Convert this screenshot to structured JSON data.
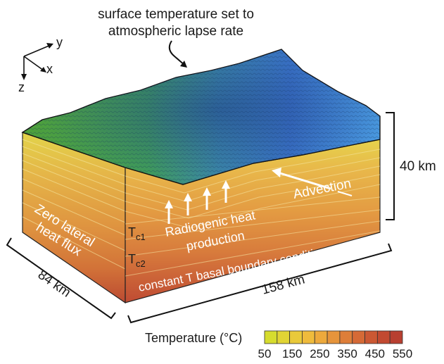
{
  "header": {
    "line1": "surface temperature set to",
    "line2": "atmospheric lapse rate"
  },
  "axes": {
    "x": "x",
    "y": "y",
    "z": "z"
  },
  "dimensions": {
    "depth": "40 km",
    "width": "84 km",
    "length": "158 km"
  },
  "labels": {
    "zero_lateral_1": "Zero lateral",
    "zero_lateral_2": "heat flux",
    "radiogenic_1": "Radiogenic heat",
    "radiogenic_2": "production",
    "advection": "Advection",
    "basal": "constant T basal boundary condition"
  },
  "isotherms": {
    "tc1_main": "T",
    "tc1_sub": "c1",
    "tc2_main": "T",
    "tc2_sub": "c2"
  },
  "colorbar": {
    "title": "Temperature (°C)",
    "ticks": [
      "50",
      "150",
      "250",
      "350",
      "450",
      "550"
    ],
    "colors": [
      "#d6dc2e",
      "#e1d434",
      "#e9c93a",
      "#efbb3c",
      "#eda93c",
      "#e6943b",
      "#de7e39",
      "#d56a36",
      "#cb5833",
      "#c24a31",
      "#b83f30"
    ]
  }
}
